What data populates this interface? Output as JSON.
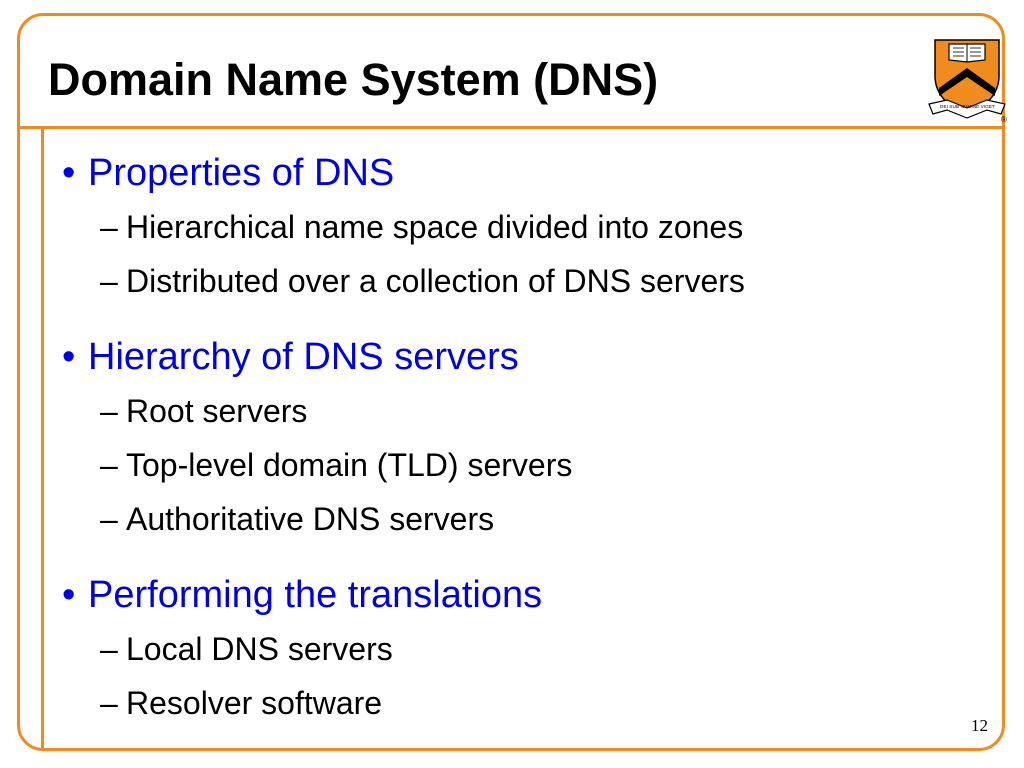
{
  "slide": {
    "title": "Domain Name System (DNS)",
    "page_number": "12",
    "accent_color": "#f08c1e",
    "bullet_color": "#0000e0",
    "logo": {
      "icon": "princeton-shield-logo",
      "text": "DEI SUB NUMINE VIGET",
      "registered_mark": "®"
    }
  },
  "bullets": [
    {
      "marker": "•",
      "text": "Properties of DNS",
      "subitems": [
        {
          "marker": "–",
          "text": "Hierarchical name space divided into zones"
        },
        {
          "marker": "–",
          "text": "Distributed over a collection of DNS servers"
        }
      ]
    },
    {
      "marker": "•",
      "text": "Hierarchy of DNS servers",
      "subitems": [
        {
          "marker": "–",
          "text": "Root servers"
        },
        {
          "marker": "–",
          "text": "Top-level domain (TLD) servers"
        },
        {
          "marker": "–",
          "text": "Authoritative DNS servers"
        }
      ]
    },
    {
      "marker": "•",
      "text": "Performing the translations",
      "subitems": [
        {
          "marker": "–",
          "text": "Local DNS servers"
        },
        {
          "marker": "–",
          "text": "Resolver software"
        }
      ]
    }
  ]
}
